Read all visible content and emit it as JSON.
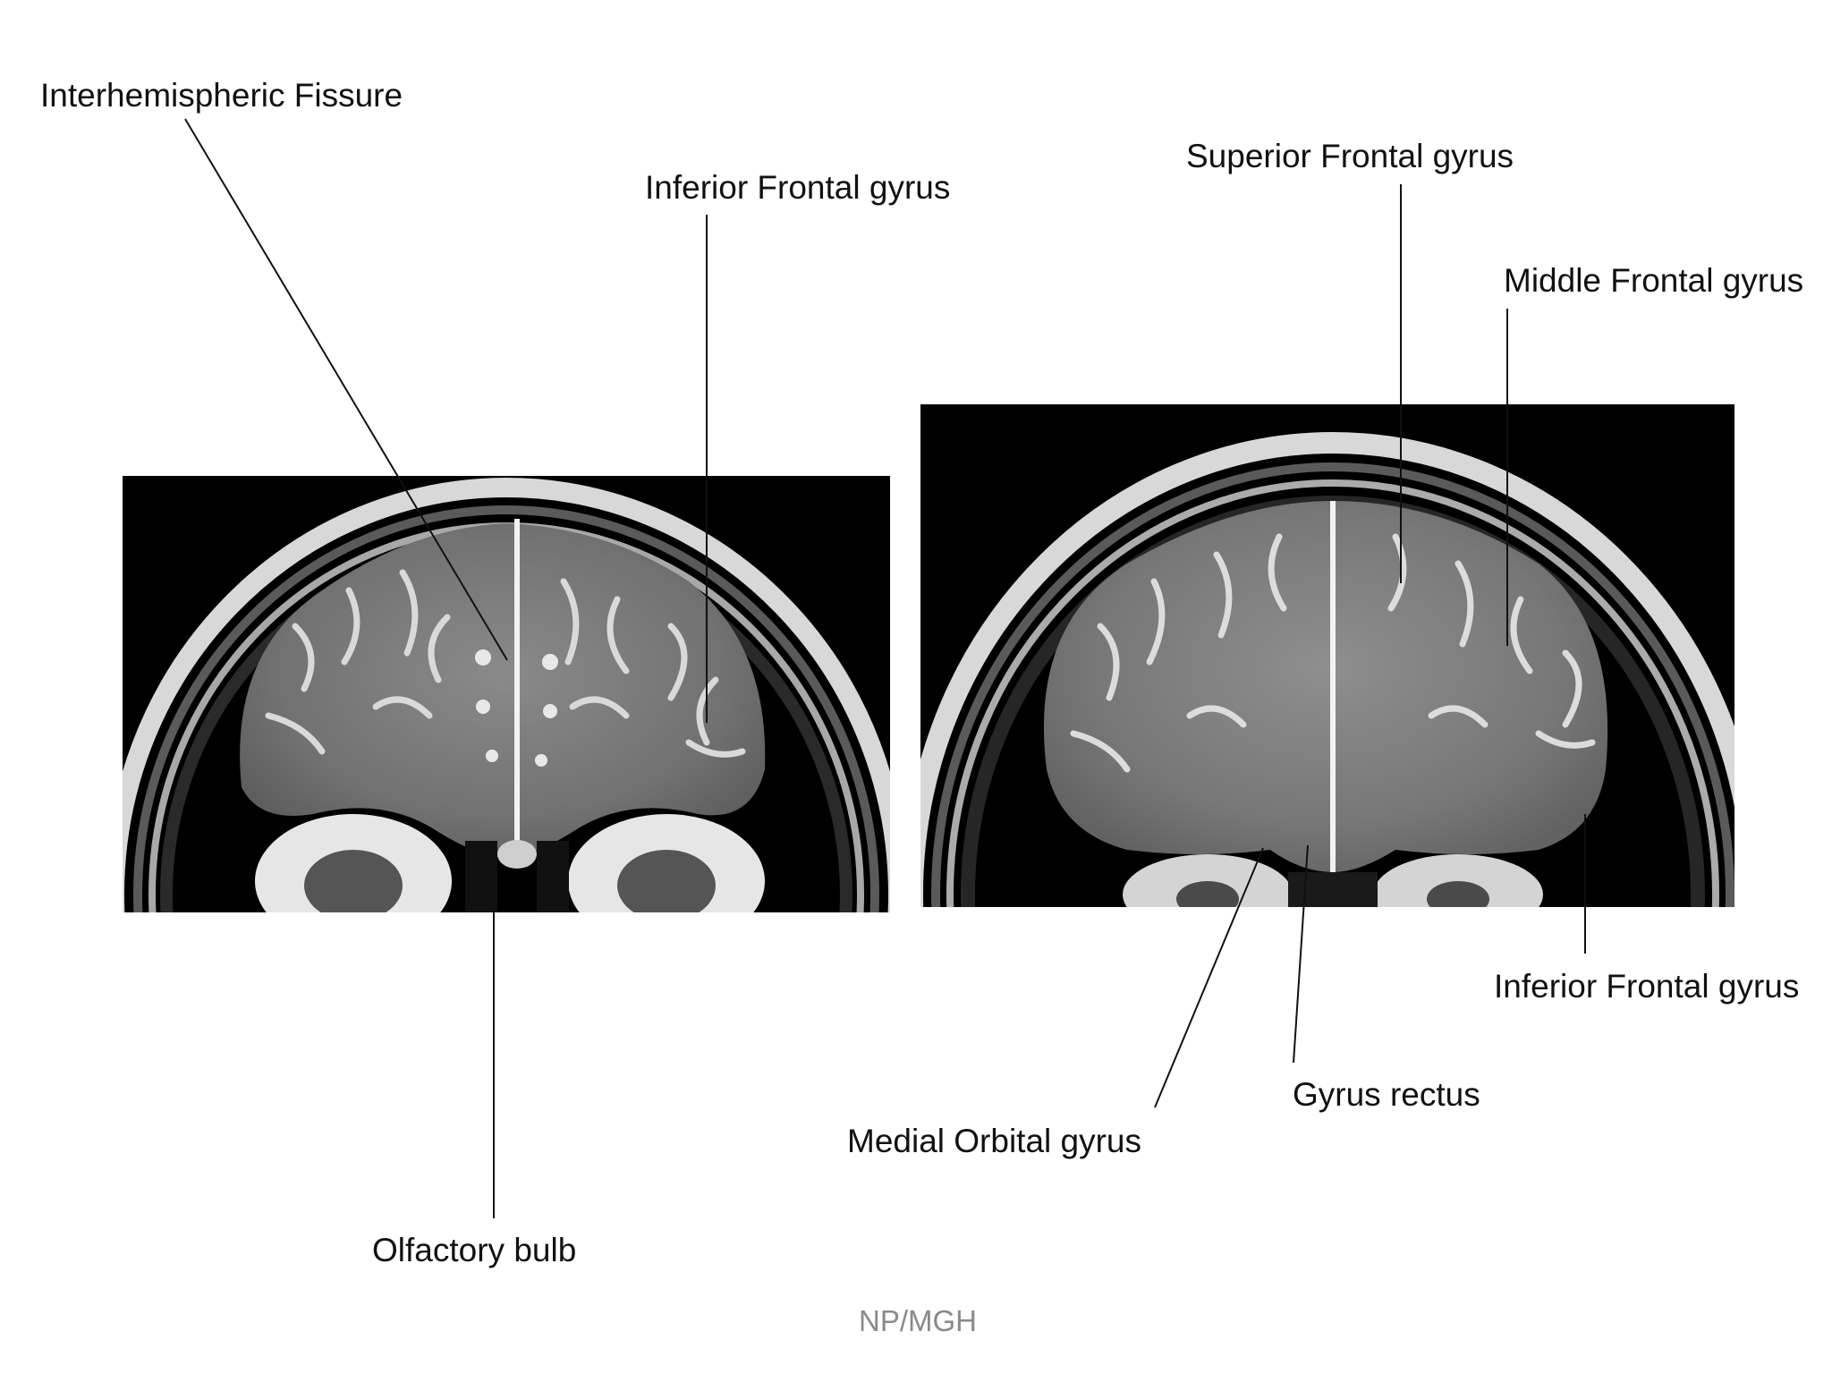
{
  "labels": {
    "interhemispheric_fissure": "Interhemispheric Fissure",
    "inferior_frontal_left": "Inferior Frontal gyrus",
    "olfactory_bulb": "Olfactory bulb",
    "superior_frontal": "Superior Frontal gyrus",
    "middle_frontal": "Middle Frontal gyrus",
    "inferior_frontal_right": "Inferior Frontal gyrus",
    "gyrus_rectus": "Gyrus rectus",
    "medial_orbital": "Medial Orbital gyrus"
  },
  "credit": "NP/MGH",
  "colors": {
    "background": "#ffffff",
    "text": "#111111",
    "leader": "#111111",
    "credit": "#8a8a8a",
    "scan_bg": "#000000"
  }
}
